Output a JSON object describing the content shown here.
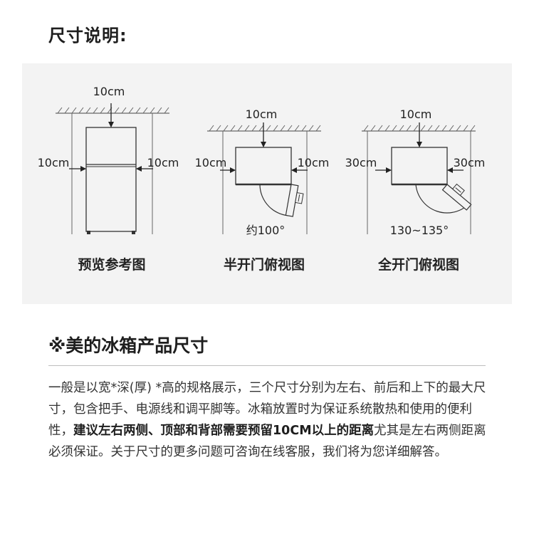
{
  "header": {
    "title": "尺寸说明:"
  },
  "diagrams": {
    "preview": {
      "top": "10cm",
      "left": "10cm",
      "right": "10cm",
      "caption": "预览参考图"
    },
    "half_open": {
      "top": "10cm",
      "left": "10cm",
      "right": "10cm",
      "angle": "约100°",
      "caption": "半开门俯视图"
    },
    "full_open": {
      "top": "10cm",
      "left": "30cm",
      "right": "30cm",
      "angle": "130~135°",
      "caption": "全开门俯视图"
    }
  },
  "section": {
    "title": "※美的冰箱产品尺寸"
  },
  "description": {
    "part1": "一般是以宽*深(厚) *高的规格展示，三个尺寸分别为左右、前后和上下的最大尺寸，包含把手、电源线和调平脚等。冰箱放置时为保证系统散热和使用的便利性，",
    "bold": "建议左右两侧、顶部和背部需要预留10CM以上的距离",
    "part2": "尤其是左右两侧距离必须保证。关于尺寸的更多问题可咨询在线客服，我们将为您详细解答。"
  }
}
